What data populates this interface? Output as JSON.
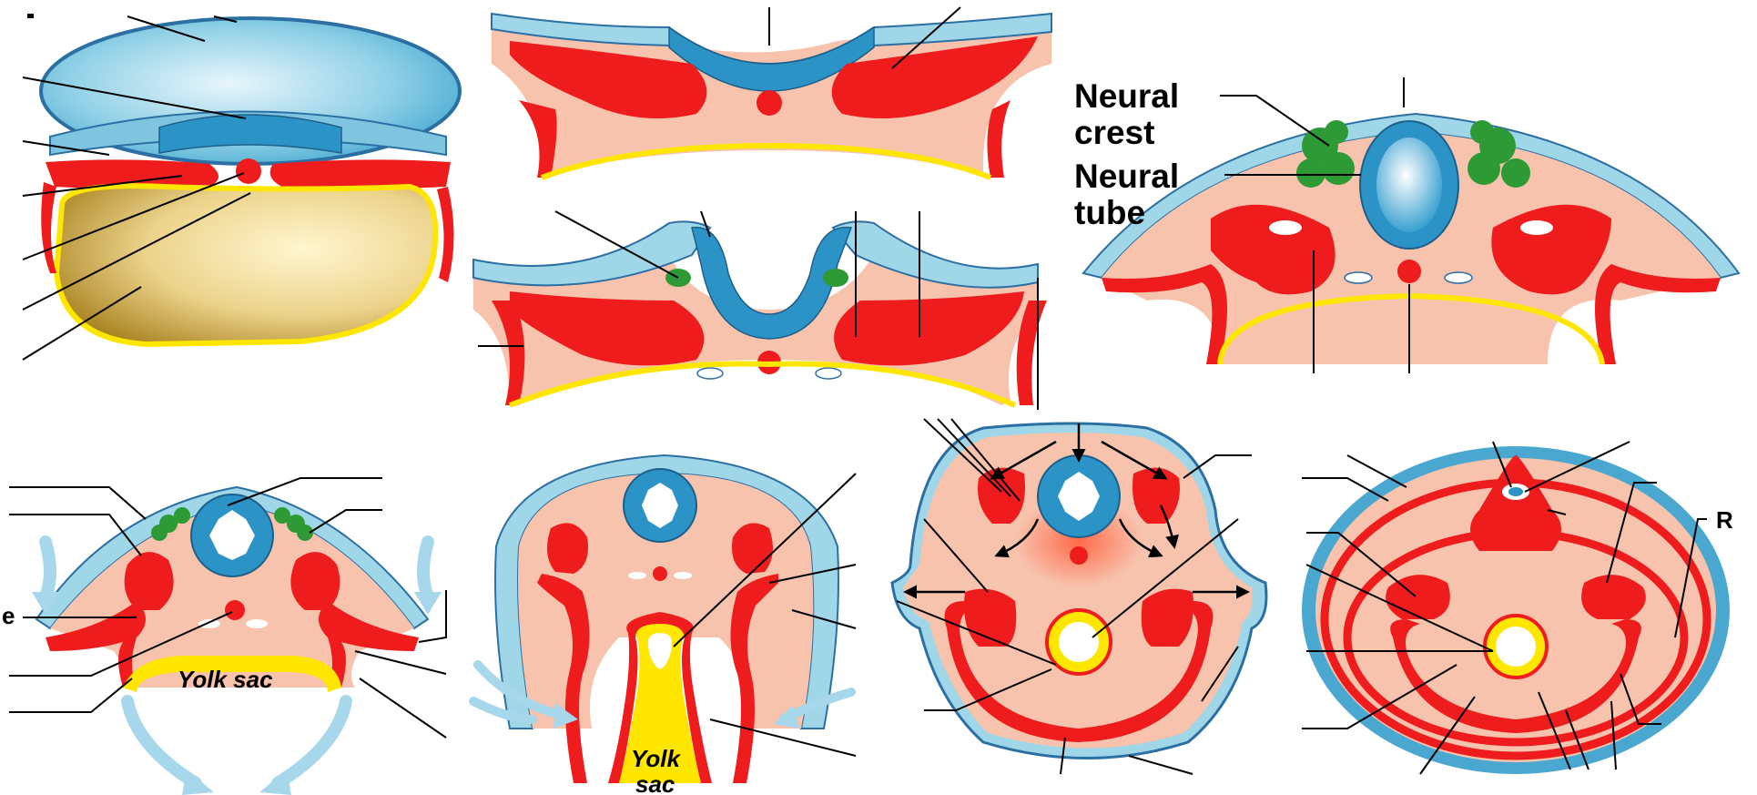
{
  "labels": {
    "neural_crest_1": "Neural",
    "neural_crest_2": "crest",
    "neural_tube_1": "Neural",
    "neural_tube_2": "tube",
    "yolk_sac_a": "Yolk sac",
    "yolk_sac_b1": "Yolk",
    "yolk_sac_b2": "sac",
    "r_mark": "R",
    "e_mark": "e"
  },
  "colors": {
    "ectoderm_blue": "#9fd6e8",
    "neural_blue": "#2b93c6",
    "mesoderm_red": "#ee1c1c",
    "mesenchyme_pink": "#f7c3ad",
    "endoderm_yellow": "#ffe600",
    "yolk_tan": "#d9b65c",
    "neural_crest_green": "#2e9a35",
    "arrow_light_blue": "#a6d7ea",
    "leader_line": "#000000"
  }
}
